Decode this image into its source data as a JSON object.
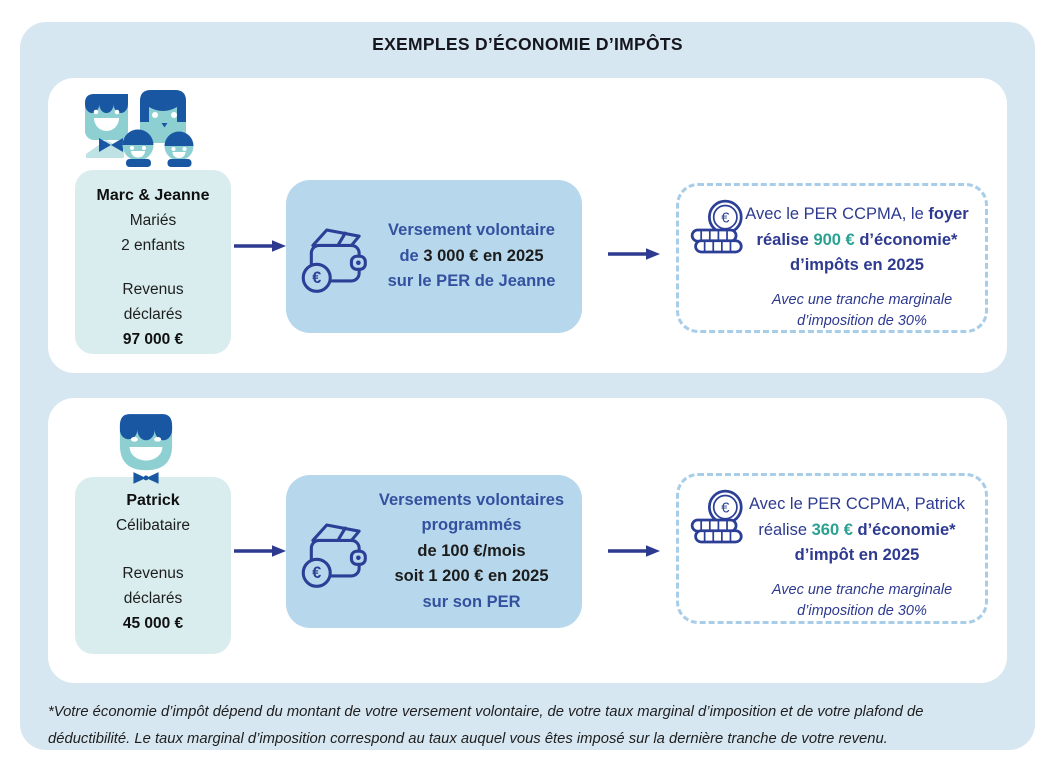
{
  "title": "EXEMPLES D’ÉCONOMIE D’IMPÔTS",
  "colors": {
    "outer_background": "#d7e7f1",
    "row_background": "#ffffff",
    "profile_card_background": "#d9edee",
    "payment_box_background": "#b7d8ec",
    "dashed_border": "#a8cde8",
    "navy_text": "#2d3a90",
    "blue_text": "#34519f",
    "teal_amount_text": "#2ba192",
    "dark_text": "#1b1b1b",
    "icon_outline_navy": "#2c3f96",
    "icon_face_teal": "#8ed0d2",
    "icon_hair_blue": "#1a57a2"
  },
  "icons": {
    "euro_symbol": "€",
    "row1_profile": "family-icon",
    "row2_profile": "single-person-icon",
    "payment": "wallet-euro-icon",
    "result": "euro-coins-icon",
    "arrow": "arrow-right-icon"
  },
  "row1": {
    "profile": {
      "name": "Marc & Jeanne",
      "status1": "Mariés",
      "status2": "2 enfants",
      "income_label1": "Revenus",
      "income_label2": "déclarés",
      "income_amount": "97 000 €"
    },
    "payment": {
      "line1": "Versement volontaire",
      "line2_prefix": "de",
      "line2_amount": "3 000 € en 2025",
      "line3": "sur le PER de Jeanne"
    },
    "result": {
      "intro": "Avec le PER CCPMA, le",
      "intro_bold": "foyer",
      "verb": "réalise",
      "amount": "900 €",
      "amount_suffix": "d’économie*",
      "line3": "d’impôts en 2025",
      "note1": "Avec une tranche marginale",
      "note2": "d’imposition de 30%"
    }
  },
  "row2": {
    "profile": {
      "name": "Patrick",
      "status1": "Célibataire",
      "income_label1": "Revenus",
      "income_label2": "déclarés",
      "income_amount": "45 000 €"
    },
    "payment": {
      "line1": "Versements volontaires",
      "line2": "programmés",
      "line3": "de 100 €/mois",
      "line4": "soit 1 200 € en 2025",
      "line5": "sur son PER"
    },
    "result": {
      "intro": "Avec le PER CCPMA, Patrick",
      "verb": "réalise",
      "amount": "360 €",
      "amount_suffix": "d’économie*",
      "line3": "d’impôt en 2025",
      "note1": "Avec une tranche marginale",
      "note2": "d’imposition de 30%"
    }
  },
  "footnote": {
    "line1": "*Votre économie d’impôt dépend du montant de votre versement volontaire, de votre taux marginal d’imposition et de votre plafond de",
    "line2": "déductibilité. Le taux marginal d’imposition correspond au taux auquel vous êtes imposé sur la dernière tranche de votre revenu."
  }
}
